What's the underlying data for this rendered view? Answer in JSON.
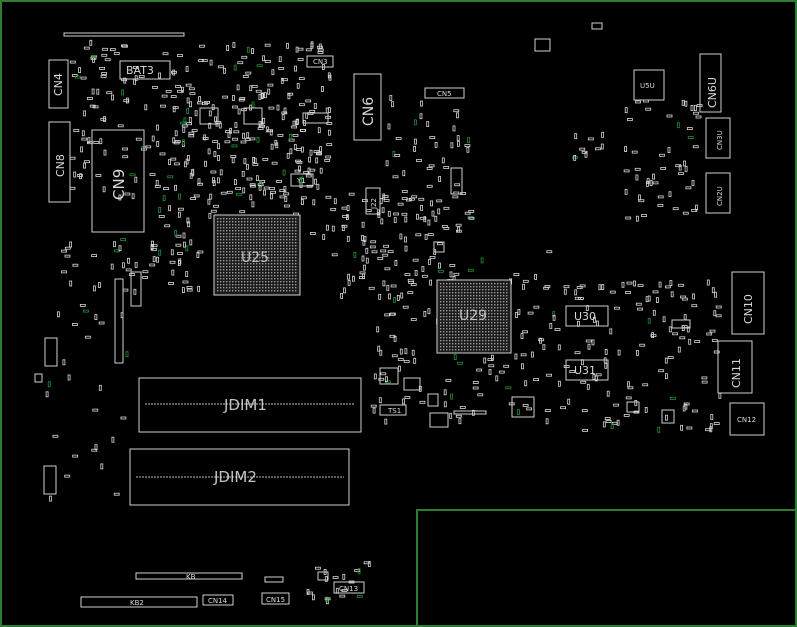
{
  "colors": {
    "background": "#000000",
    "board_outline": "#2e7d32",
    "silkscreen": "#d8d8d8",
    "component_fill": "#1a1a1a",
    "accent_green": "#1f8f3a"
  },
  "labels": {
    "bat3": "BAT3",
    "cn4": "CN4",
    "cn8": "CN8",
    "cn9": "CN9",
    "cn3": "CN3",
    "cn6": "CN6",
    "cn5": "CN5",
    "u5u": "U5U",
    "cn6u": "CN6U",
    "cn3u": "CN3U",
    "cn2u": "CN2U",
    "u25": "U25",
    "u29": "U29",
    "cn10": "CN10",
    "cn11": "CN11",
    "cn12": "CN12",
    "u30": "U30",
    "u31": "U31",
    "jdim1": "JDIM1",
    "jdim2": "JDIM2",
    "kb": "KB",
    "kb2": "KB2",
    "cn14": "CN14",
    "cn15": "CN15",
    "cn13": "CN13",
    "ts1": "TS1",
    "y1": "Y1",
    "j22": "J22"
  }
}
